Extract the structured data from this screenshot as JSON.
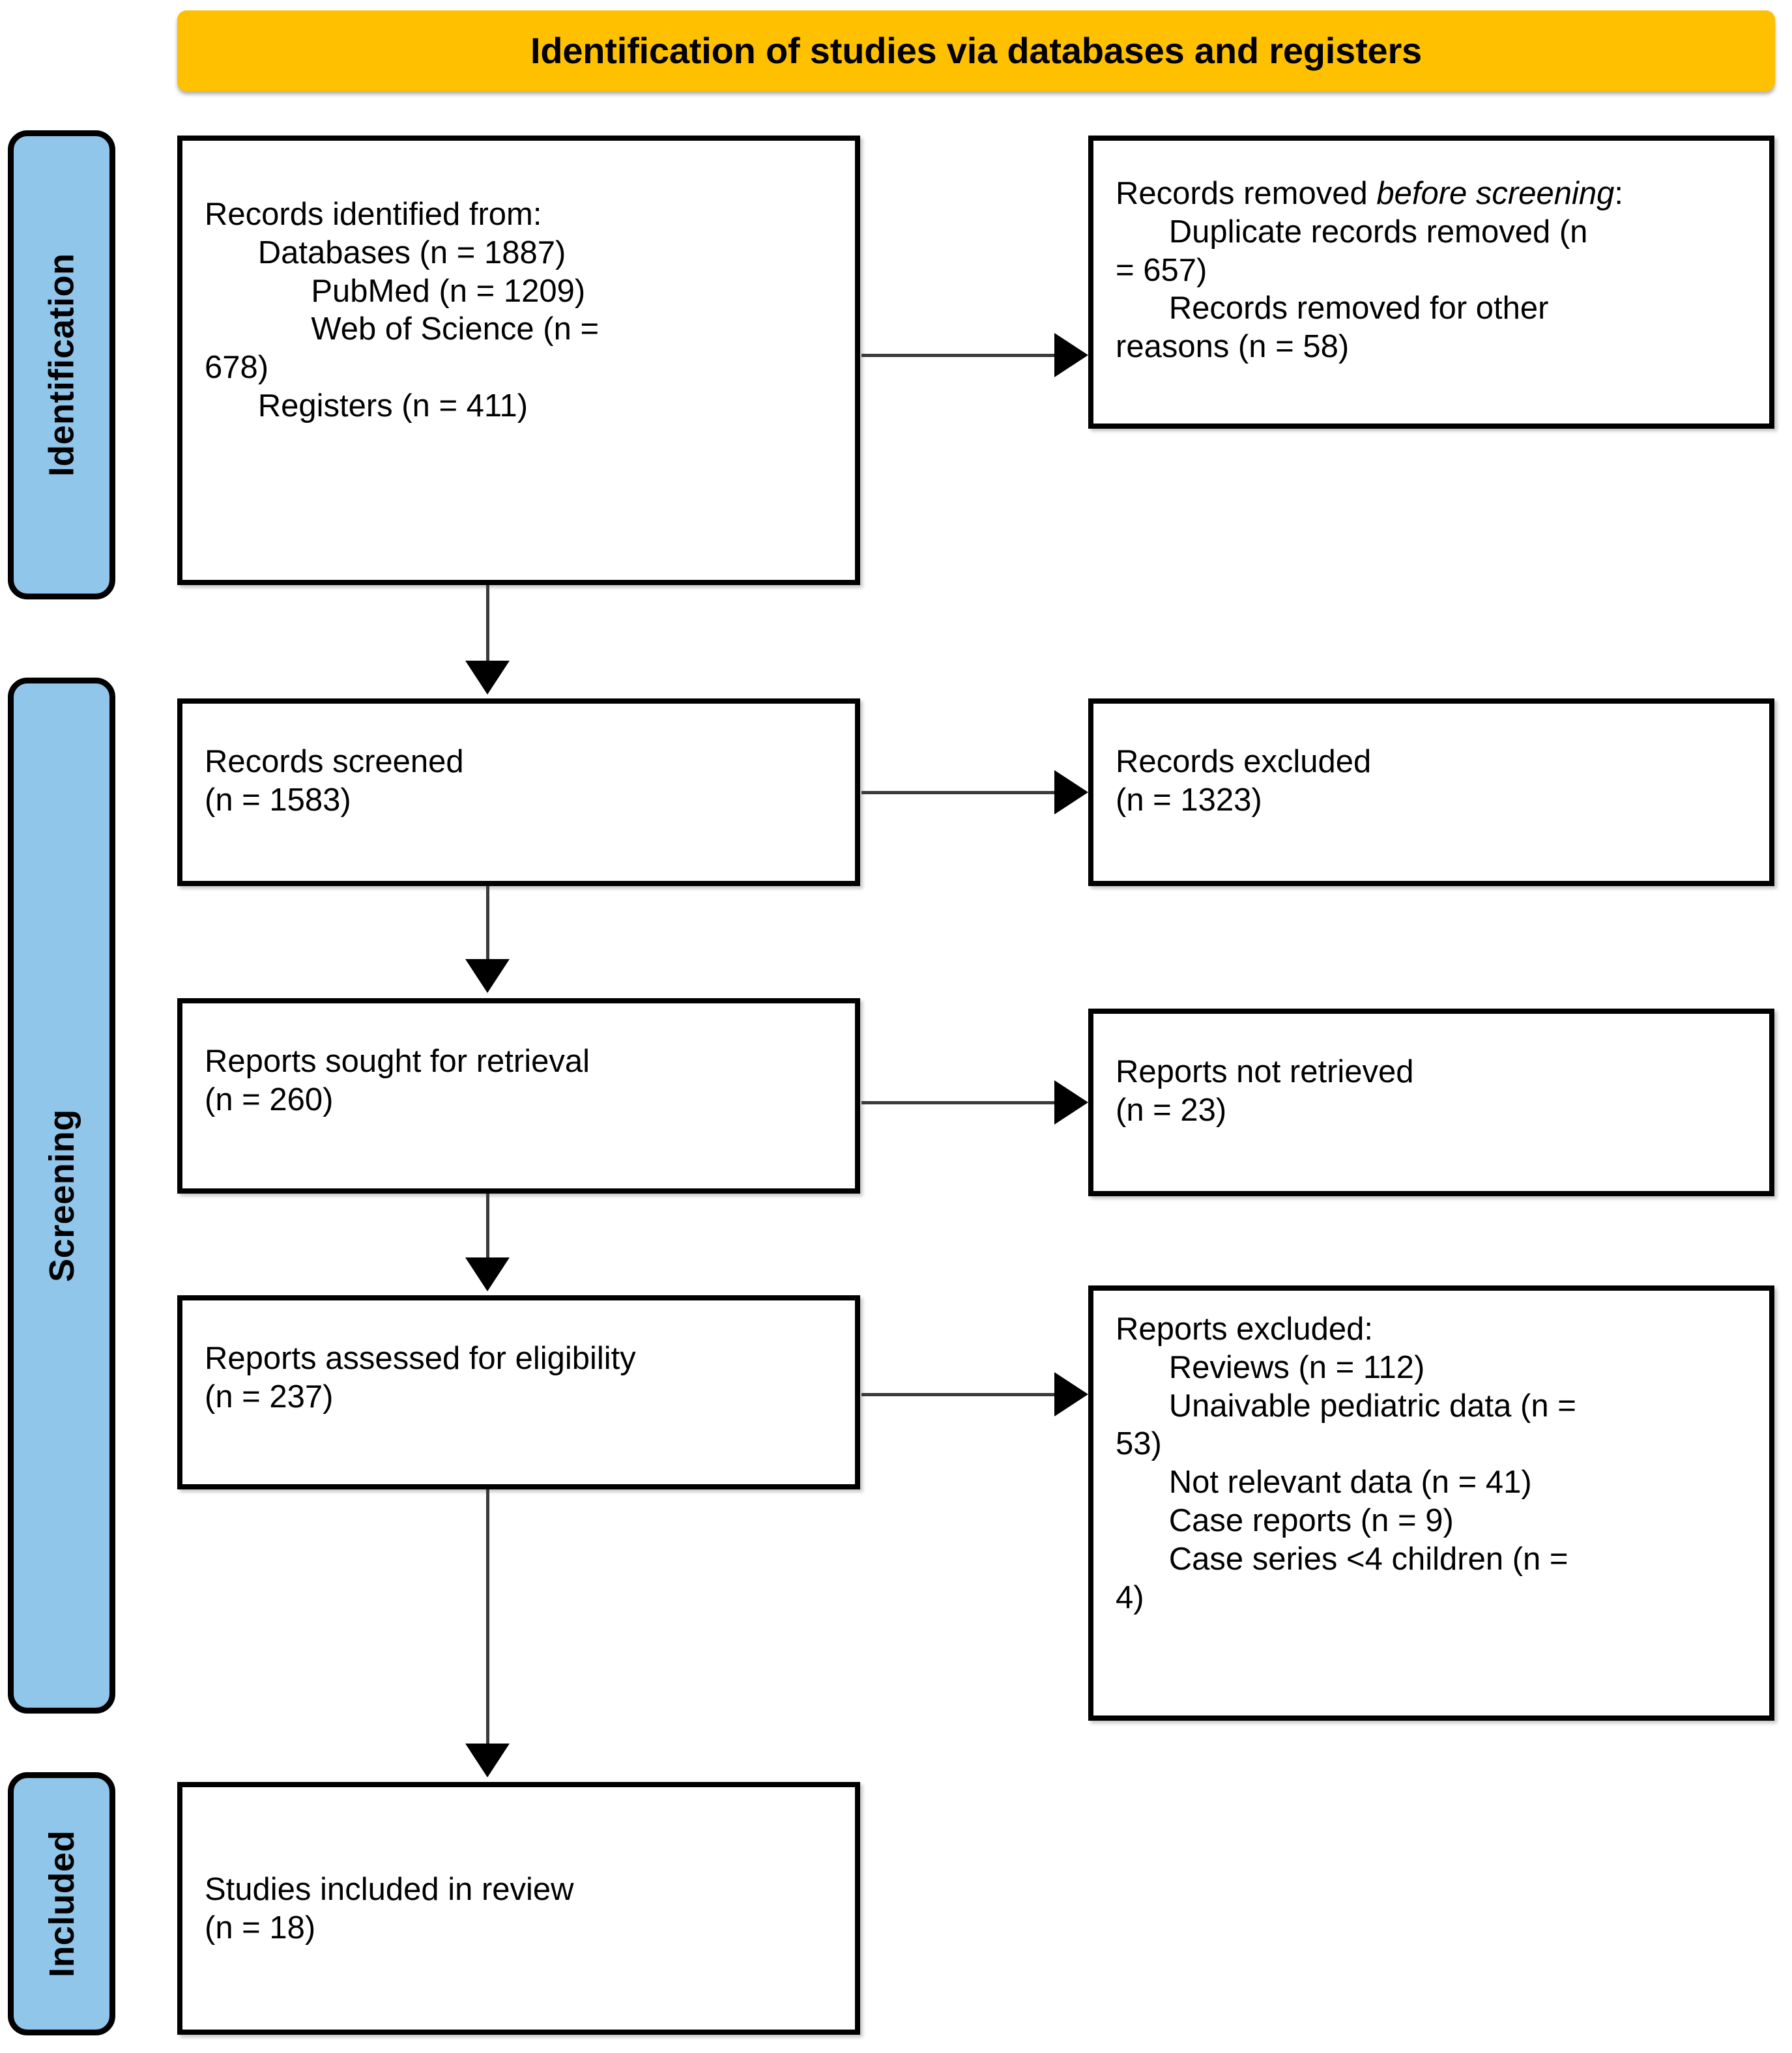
{
  "banner": {
    "title": "Identification of studies via databases and registers"
  },
  "stages": [
    {
      "id": "identification",
      "label": "Identification"
    },
    {
      "id": "screening",
      "label": "Screening"
    },
    {
      "id": "included",
      "label": "Included"
    }
  ],
  "boxes": {
    "identified": {
      "name": "records-identified-box",
      "heading": "Records identified from:",
      "lines": [
        "      Databases (n = 1887)",
        "            PubMed (n = 1209)",
        "            Web of Science (n =",
        "678)",
        "      Registers (n = 411)"
      ],
      "text": "Records identified from:\n      Databases (n = 1887)\n            PubMed (n = 1209)\n            Web of Science (n =\n678)\n      Registers (n = 411)"
    },
    "removed": {
      "name": "records-removed-box",
      "heading_prefix": "Records removed ",
      "heading_italic": "before screening",
      "heading_suffix": ":",
      "lines": [
        "      Duplicate records removed (n",
        "= 657)",
        "      Records removed for other",
        "reasons (n = 58)"
      ],
      "text": "      Duplicate records removed (n\n= 657)\n      Records removed for other\nreasons (n = 58)"
    },
    "screened": {
      "name": "records-screened-box",
      "text": "Records screened\n(n = 1583)"
    },
    "excluded_records": {
      "name": "records-excluded-box",
      "text": "Records excluded\n(n = 1323)"
    },
    "sought": {
      "name": "reports-sought-box",
      "text": "Reports sought for retrieval\n(n = 260)"
    },
    "not_retrieved": {
      "name": "reports-not-retrieved-box",
      "text": "Reports not retrieved\n(n = 23)"
    },
    "assessed": {
      "name": "reports-assessed-box",
      "text": "Reports assessed for eligibility\n(n = 237)"
    },
    "excluded_reports": {
      "name": "reports-excluded-box",
      "text": "Reports excluded:\n      Reviews (n = 112)\n      Unaivable pediatric data (n =\n53)\n      Not relevant data (n = 41)\n      Case reports (n = 9)\n      Case series <4 children (n =\n4)"
    },
    "included": {
      "name": "studies-included-box",
      "text": "Studies included in review\n(n = 18)"
    }
  },
  "flow_data": {
    "type": "prisma-flow",
    "counts": {
      "records_identified_databases": 1887,
      "records_identified_pubmed": 1209,
      "records_identified_web_of_science": 678,
      "records_identified_registers": 411,
      "duplicate_records_removed": 657,
      "records_removed_other_reasons": 58,
      "records_screened": 1583,
      "records_excluded": 1323,
      "reports_sought_for_retrieval": 260,
      "reports_not_retrieved": 23,
      "reports_assessed_for_eligibility": 237,
      "reports_excluded_reviews": 112,
      "reports_excluded_unavailable_pediatric_data": 53,
      "reports_excluded_not_relevant_data": 41,
      "reports_excluded_case_reports": 9,
      "reports_excluded_case_series_under_4_children": 4,
      "studies_included_in_review": 18
    }
  },
  "colors": {
    "banner": "#FFC000",
    "stage": "#8FC6EA",
    "border": "#000000",
    "connector": "#3A3A3A"
  }
}
